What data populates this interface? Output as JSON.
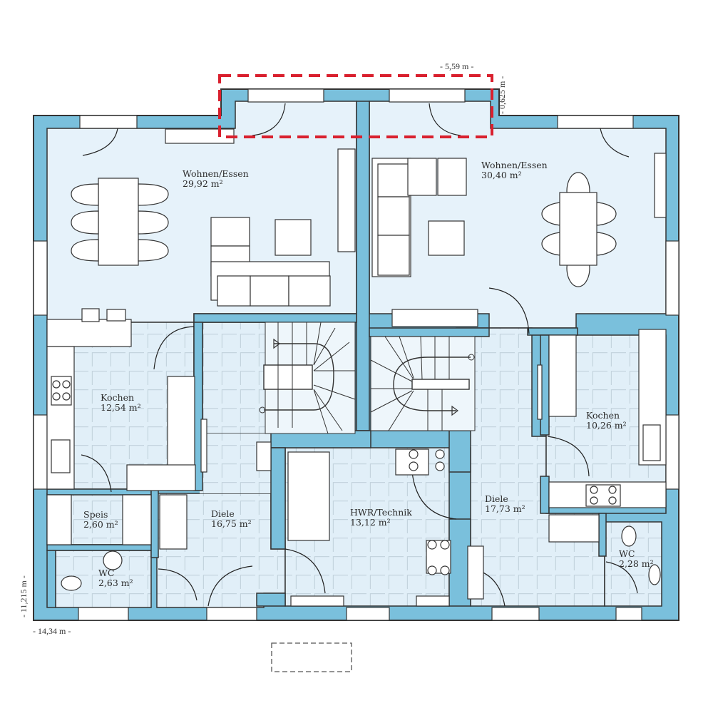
{
  "plan": {
    "type": "floor-plan",
    "colors": {
      "wall": "#7ac0dc",
      "wall_outline": "#333333",
      "floor_carpet": "#e6f2fa",
      "floor_tile": "#e1eff8",
      "tile_grid": "#c4d4de",
      "furniture": "#ffffff",
      "highlight_dash": "#d9202e",
      "outline_dash": "#555555"
    },
    "dimensions": {
      "width": "- 14,34 m -",
      "depth": "- 11,215 m -",
      "bay_width": "- 5,59 m -",
      "bay_depth": "- 0,625 m -"
    },
    "rooms": [
      {
        "id": "wohnen-essen-left",
        "name": "Wohnen/Essen",
        "area": "29,92 m²"
      },
      {
        "id": "wohnen-essen-right",
        "name": "Wohnen/Essen",
        "area": "30,40 m²"
      },
      {
        "id": "kochen-left",
        "name": "Kochen",
        "area": "12,54 m²"
      },
      {
        "id": "kochen-right",
        "name": "Kochen",
        "area": "10,26 m²"
      },
      {
        "id": "speis",
        "name": "Speis",
        "area": "2,60 m²"
      },
      {
        "id": "diele-left",
        "name": "Diele",
        "area": "16,75 m²"
      },
      {
        "id": "hwr-technik",
        "name": "HWR/Technik",
        "area": "13,12 m²"
      },
      {
        "id": "diele-right",
        "name": "Diele",
        "area": "17,73 m²"
      },
      {
        "id": "wc-left",
        "name": "WC",
        "area": "2,63 m²"
      },
      {
        "id": "wc-right",
        "name": "WC",
        "area": "2,28 m²"
      }
    ]
  }
}
